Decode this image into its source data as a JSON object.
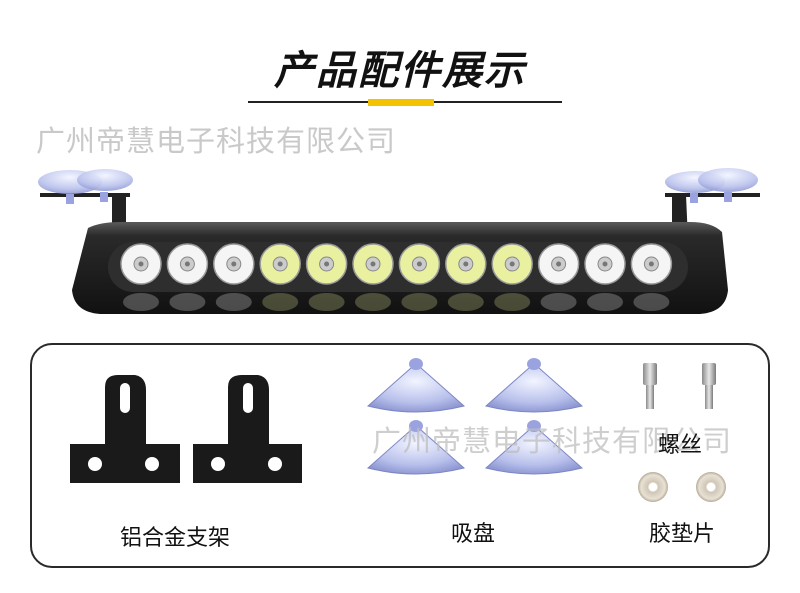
{
  "page_title": "产品配件展示",
  "watermark": "广州帝慧电子科技有限公司",
  "product": {
    "led_count": 12,
    "led_colors": [
      "white",
      "white",
      "white",
      "yellow",
      "yellow",
      "yellow",
      "yellow",
      "yellow",
      "yellow",
      "white",
      "white",
      "white"
    ]
  },
  "accessories": [
    {
      "id": "bracket",
      "label": "铝合金支架",
      "quantity": 2
    },
    {
      "id": "suction_cup",
      "label": "吸盘",
      "quantity": 4
    },
    {
      "id": "screw",
      "label": "螺丝",
      "quantity": 2
    },
    {
      "id": "pad",
      "label": "胶垫片",
      "quantity": 2
    }
  ],
  "colors": {
    "accent": "#f3c200",
    "led_white": "#f5f5f5",
    "led_yellow": "#e9f0a0",
    "bar_body": "#1e1e1e"
  }
}
